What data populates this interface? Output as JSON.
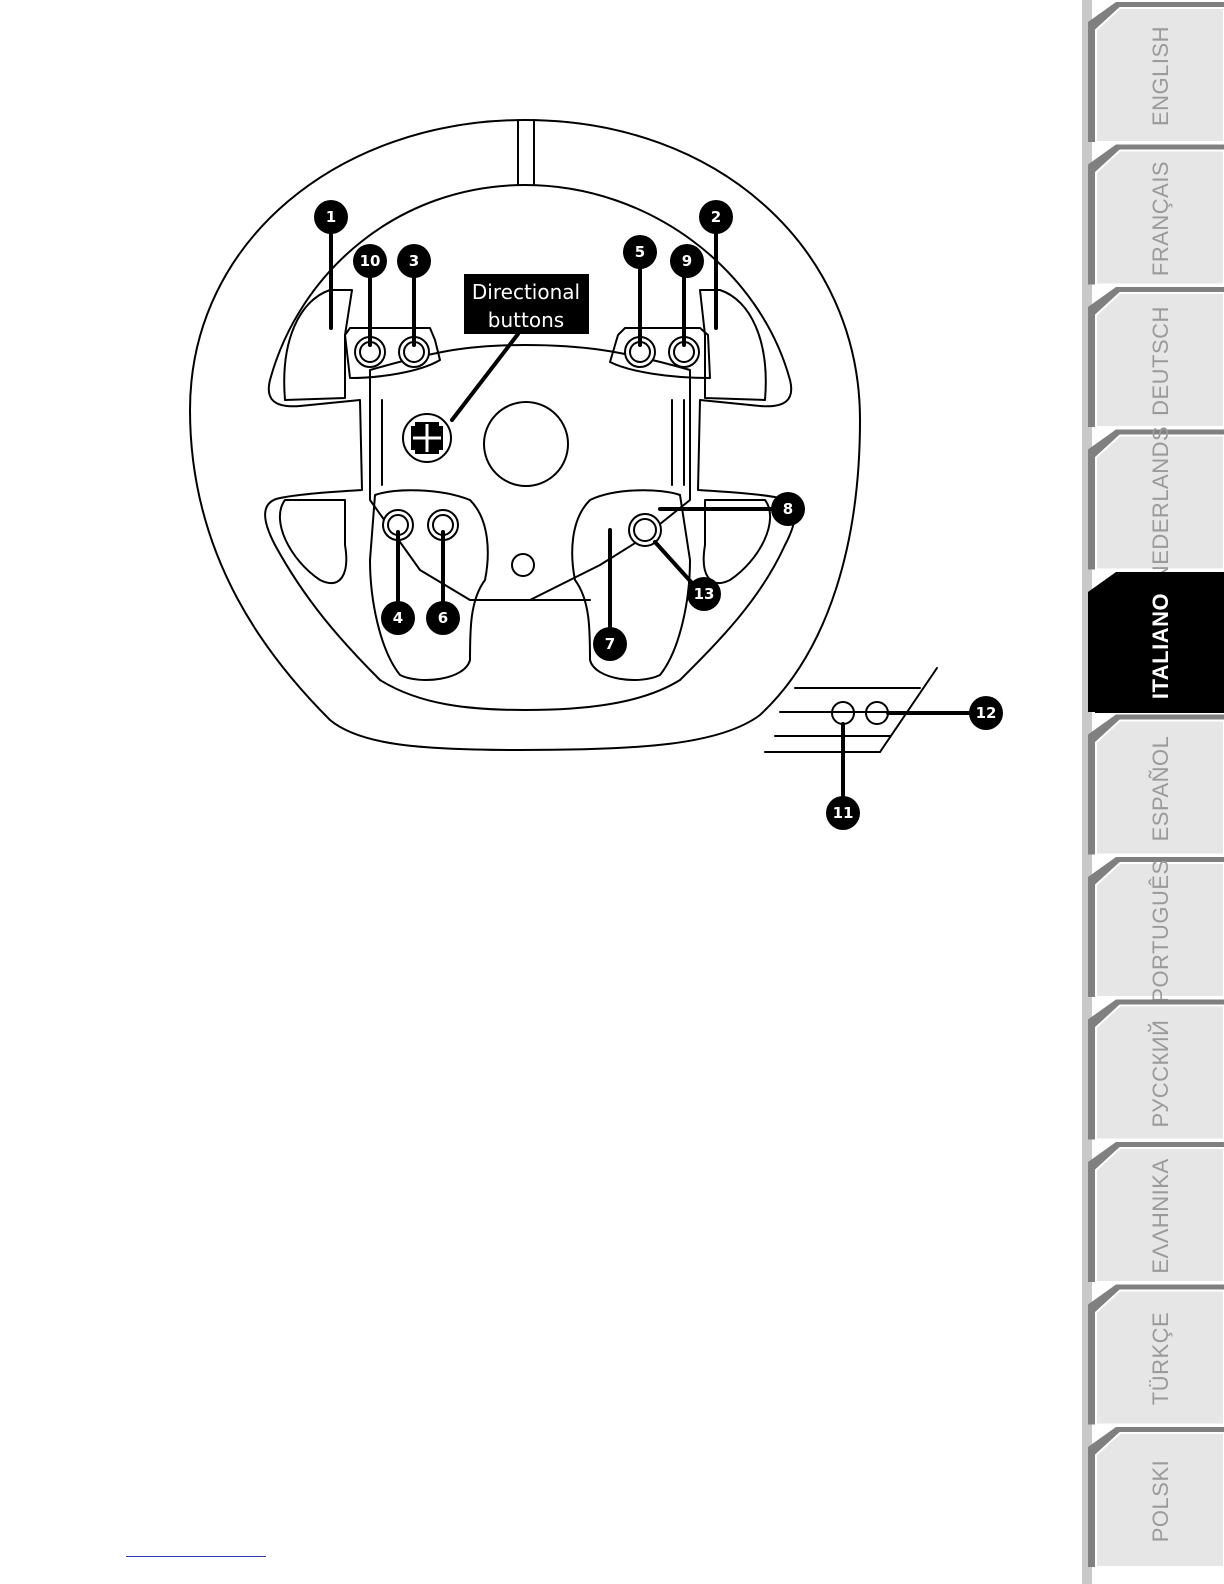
{
  "diagram": {
    "directional_label_line1": "Directional",
    "directional_label_line2": "buttons",
    "callouts": [
      "1",
      "2",
      "3",
      "4",
      "5",
      "6",
      "7",
      "8",
      "9",
      "10",
      "11",
      "12",
      "13"
    ]
  },
  "sidebar": {
    "active": "ITALIANO",
    "tabs": [
      "ENGLISH",
      "FRANÇAIS",
      "DEUTSCH",
      "NEDERLANDS",
      "ITALIANO",
      "ESPAÑOL",
      "PORTUGUÊS",
      "РУССКИЙ",
      "ΕΛΛΗΝΙΚΑ",
      "TÜRKÇE",
      "POLSKI"
    ]
  },
  "colors": {
    "active_tab": "#000000",
    "inactive_tab": "#e6e6e6",
    "inactive_text": "#9a9a9a",
    "link_rule": "#2a3bb3"
  }
}
